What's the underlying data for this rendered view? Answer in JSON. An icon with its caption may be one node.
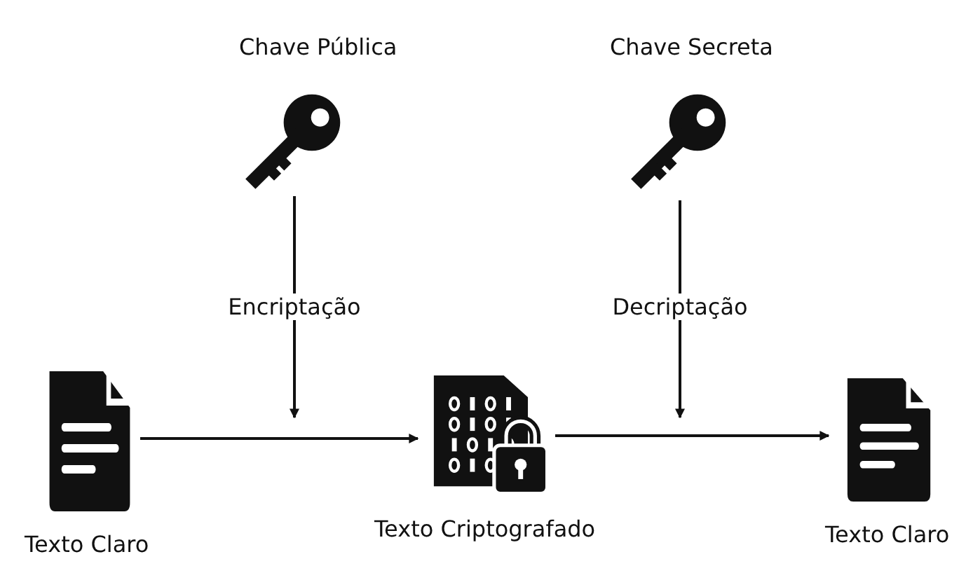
{
  "diagram": {
    "nodes": [
      {
        "text": [
          "Chave Pública"
        ]
      },
      {
        "text": [
          "Chave Secreta"
        ]
      },
      {
        "text": [
          "Texto Claro"
        ]
      },
      {
        "text": [
          "Texto Criptografado"
        ]
      },
      {
        "text": [
          "Texto Claro"
        ]
      }
    ],
    "edges": [
      {
        "from": 0,
        "to": null,
        "arrow": "to",
        "label": "Encriptação"
      },
      {
        "from": 1,
        "to": null,
        "arrow": "to",
        "label": "Decriptação"
      },
      {
        "from": 2,
        "to": 3,
        "arrow": "to"
      },
      {
        "from": 3,
        "to": 4,
        "arrow": "to"
      }
    ]
  }
}
